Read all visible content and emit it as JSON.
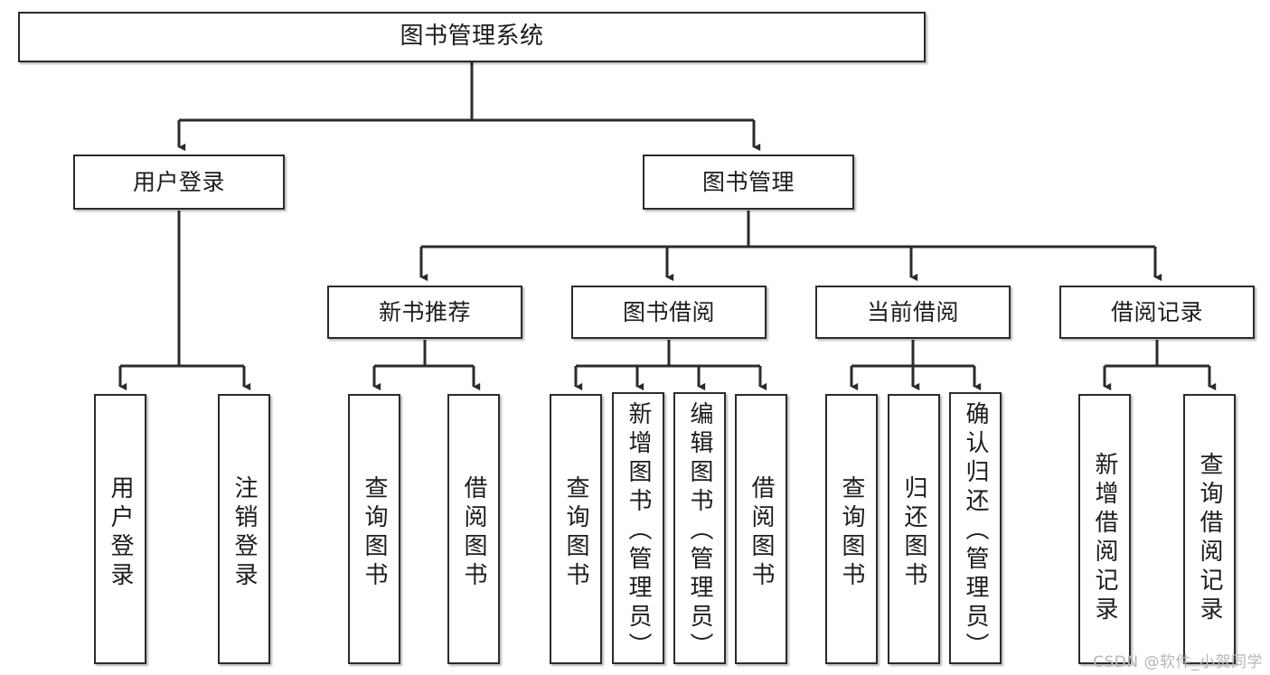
{
  "diagram": {
    "title": "图书管理系统",
    "type": "tree-hierarchy",
    "watermark": "CSDN @软件_小贺同学",
    "colors": {
      "box_border": "#2b2b2b",
      "box_fill": "#ffffff",
      "edge": "#2b2b2b",
      "text": "#1c1c1c",
      "watermark": "#b6b6b6",
      "background": "#ffffff"
    },
    "levels": {
      "level0": [
        {
          "id": "root",
          "label": "图书管理系统"
        }
      ],
      "level1": [
        {
          "id": "user-login",
          "label": "用户登录"
        },
        {
          "id": "book-manage",
          "label": "图书管理"
        }
      ],
      "level2": [
        {
          "id": "new-book-recommend",
          "label": "新书推荐"
        },
        {
          "id": "book-borrow",
          "label": "图书借阅"
        },
        {
          "id": "current-borrow",
          "label": "当前借阅"
        },
        {
          "id": "borrow-record",
          "label": "借阅记录"
        }
      ],
      "level3": [
        {
          "id": "leaf-user-login",
          "label": "用户登录",
          "parent": "user-login"
        },
        {
          "id": "leaf-logout-login",
          "label": "注销登录",
          "parent": "user-login"
        },
        {
          "id": "leaf-query-book-1",
          "label": "查询图书",
          "parent": "new-book-recommend"
        },
        {
          "id": "leaf-borrow-book-1",
          "label": "借阅图书",
          "parent": "new-book-recommend"
        },
        {
          "id": "leaf-query-book-2",
          "label": "查询图书",
          "parent": "book-borrow"
        },
        {
          "id": "leaf-add-book",
          "label": "新增图书（管理员）",
          "parent": "book-borrow"
        },
        {
          "id": "leaf-edit-book",
          "label": "编辑图书（管理员）",
          "parent": "book-borrow"
        },
        {
          "id": "leaf-borrow-book-2",
          "label": "借阅图书",
          "parent": "book-borrow"
        },
        {
          "id": "leaf-query-book-3",
          "label": "查询图书",
          "parent": "current-borrow"
        },
        {
          "id": "leaf-return-book",
          "label": "归还图书",
          "parent": "current-borrow"
        },
        {
          "id": "leaf-confirm-return",
          "label": "确认归还（管理员）",
          "parent": "current-borrow"
        },
        {
          "id": "leaf-add-record",
          "label": "新增借阅记录",
          "parent": "borrow-record"
        },
        {
          "id": "leaf-query-record",
          "label": "查询借阅记录",
          "parent": "borrow-record"
        }
      ]
    }
  }
}
